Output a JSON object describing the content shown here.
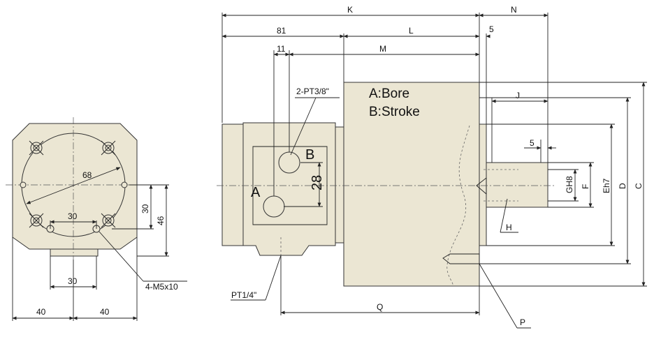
{
  "dimensions": {
    "K": "K",
    "N": "N",
    "d81": "81",
    "L": "L",
    "d5_top": "5",
    "d11": "11",
    "M": "M",
    "J": "J",
    "d5_right": "5",
    "GH8": "GH8",
    "F": "F",
    "Eh7": "Eh7",
    "D": "D",
    "C": "C",
    "H": "H",
    "P": "P",
    "Q": "Q",
    "d28": "28",
    "d68": "68",
    "d30_top": "30",
    "d30_side": "30",
    "d46": "46",
    "d30_bottom": "30",
    "d40_left": "40",
    "d40_right": "40"
  },
  "labels": {
    "bore": "A:Bore",
    "stroke": "B:Stroke",
    "port_a": "A",
    "port_b": "B",
    "port_spec": "2-PT3/8\"",
    "drain_port": "PT1/4\"",
    "mount_holes": "4-M5x10"
  }
}
